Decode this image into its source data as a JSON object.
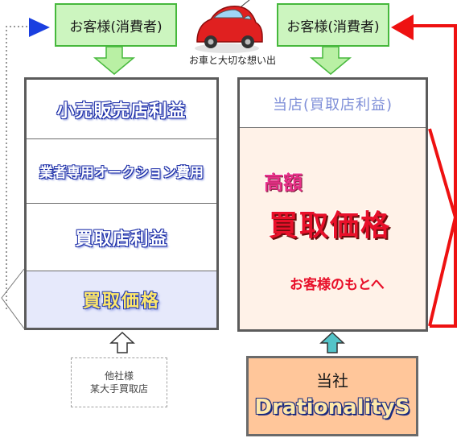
{
  "customer_left": {
    "label": "お客様(消費者)"
  },
  "customer_right": {
    "label": "お客様(消費者)"
  },
  "car_caption": "お車と大切な想い出",
  "left_column": {
    "rows": [
      "小売販売店利益",
      "業者専用オークション費用",
      "買取店利益",
      "買取価格"
    ]
  },
  "right_column": {
    "header": "当店(買取店利益)",
    "tall_label": "高額",
    "big_label": "買取価格",
    "sub_label": "お客様のもとへ"
  },
  "other_company": {
    "line1": "他社様",
    "line2": "某大手買取店"
  },
  "our_company": {
    "line1": "当社",
    "line2": "DrationalityS"
  },
  "colors": {
    "customer_bg": "#ccf5bf",
    "right_panel_bg": "#fff2e8",
    "our_box_bg": "#ffc69a",
    "red_arrow": "#ee1111",
    "blue_arrow": "#1a3fe0",
    "teal_arrow": "#53c4c8"
  }
}
